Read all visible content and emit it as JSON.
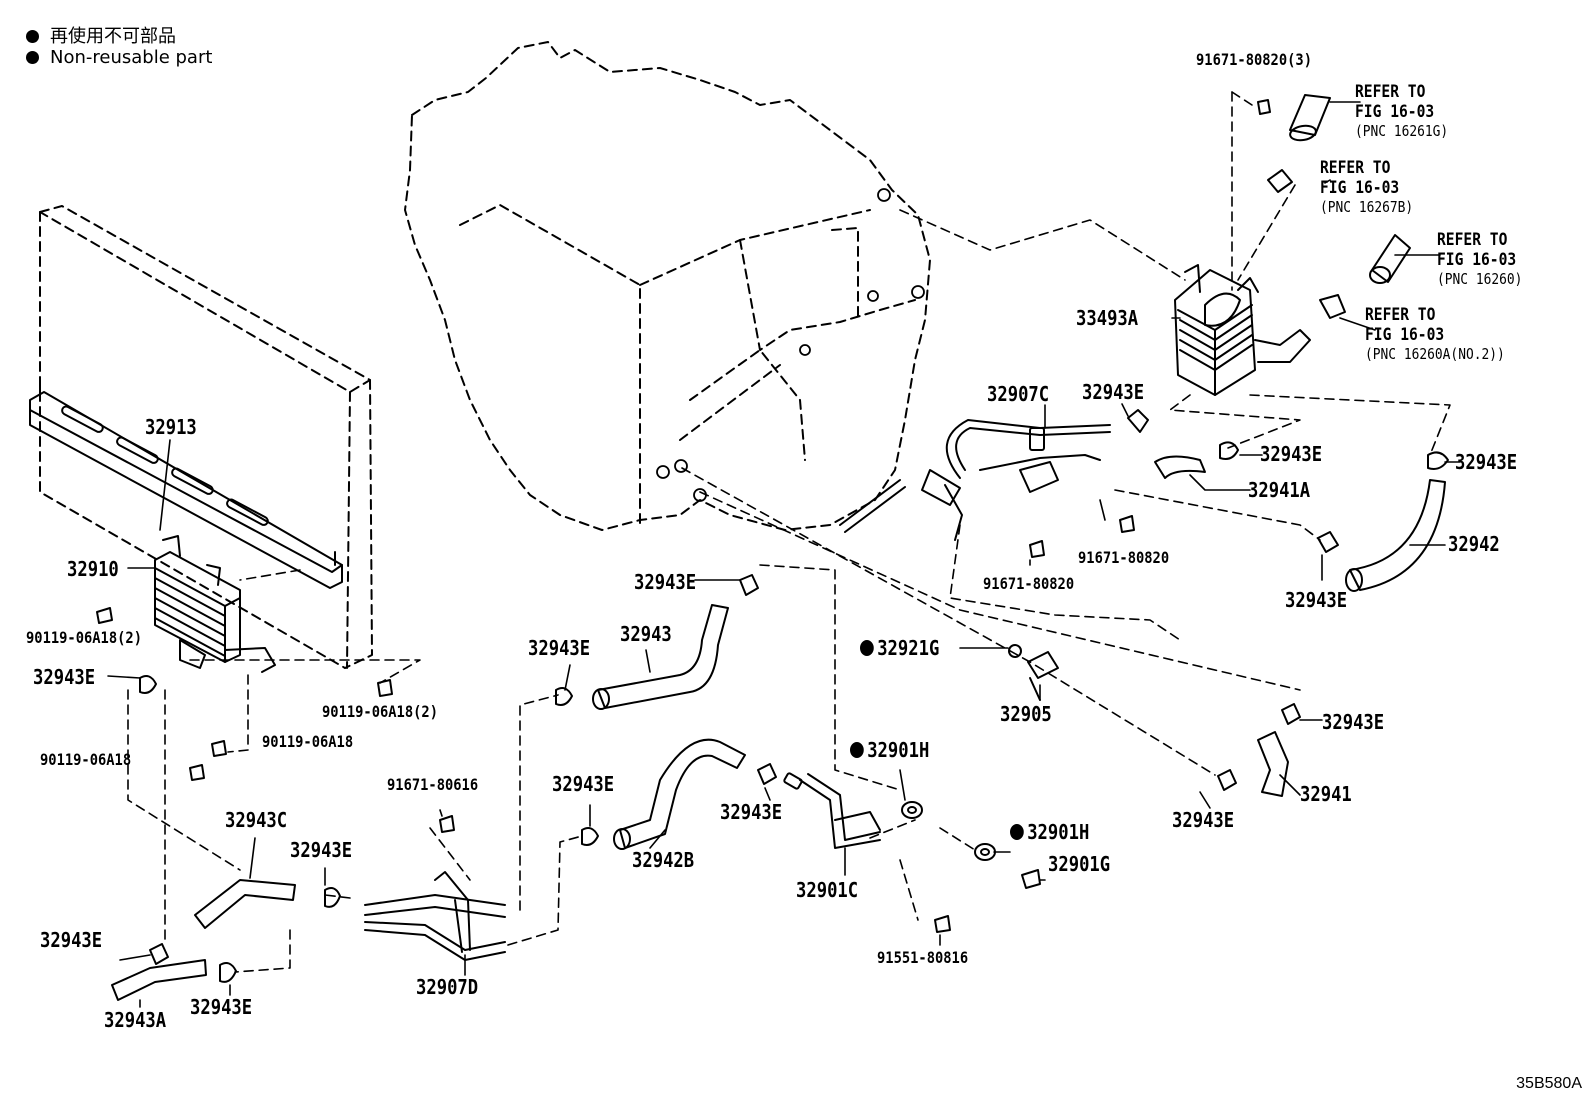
{
  "legend": {
    "japanese": "再使用不可部品",
    "english": "Non-reusable part"
  },
  "illustration_code": "35B580A",
  "refer_notes": [
    {
      "line1": "REFER TO",
      "line2": "FIG 16-03",
      "pnc": "(PNC 16261G)"
    },
    {
      "line1": "REFER TO",
      "line2": "FIG 16-03",
      "pnc": "(PNC 16267B)"
    },
    {
      "line1": "REFER TO",
      "line2": "FIG 16-03",
      "pnc": "(PNC 16260)"
    },
    {
      "line1": "REFER TO",
      "line2": "FIG 16-03",
      "pnc": "(PNC 16260A(NO.2))"
    }
  ],
  "parts": {
    "p91671_80820_3": "91671-80820(3)",
    "p33493A": "33493A",
    "p32907C": "32907C",
    "p32943E_a": "32943E",
    "p32943E_b": "32943E",
    "p32943E_c": "32943E",
    "p32941A": "32941A",
    "p32942": "32942",
    "p32943E_d": "32943E",
    "p91671_80820_a": "91671-80820",
    "p91671_80820_b": "91671-80820",
    "p32913": "32913",
    "p32910": "32910",
    "p90119_06A18_2a": "90119-06A18(2)",
    "p32943E_e": "32943E",
    "p90119_06A18_2b": "90119-06A18(2)",
    "p90119_06A18_a": "90119-06A18",
    "p90119_06A18_b": "90119-06A18",
    "p32943E_f": "32943E",
    "p32943": "32943",
    "p32943E_g": "32943E",
    "p32921G": "32921G",
    "p32905": "32905",
    "p32943E_h": "32943E",
    "p32901H_a": "32901H",
    "p32941": "32941",
    "p32943E_i": "32943E",
    "p91671_80616": "91671-80616",
    "p32943E_j": "32943E",
    "p32943E_k": "32943E",
    "p32901H_b": "32901H",
    "p32901G": "32901G",
    "p32943C": "32943C",
    "p32943E_l": "32943E",
    "p32942B": "32942B",
    "p32901C": "32901C",
    "p32943E_m": "32943E",
    "p91551_80816": "91551-80816",
    "p32907D": "32907D",
    "p32943A": "32943A",
    "p32943E_n": "32943E"
  }
}
